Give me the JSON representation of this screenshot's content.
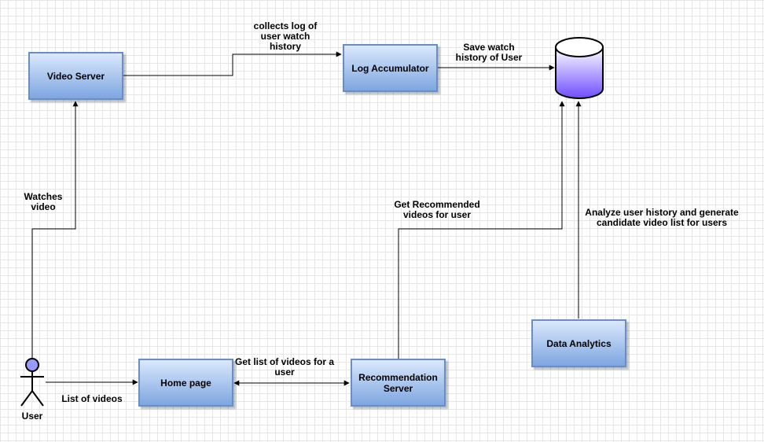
{
  "nodes": {
    "video_server": "Video Server",
    "log_accumulator": "Log Accumulator",
    "home_page": "Home page",
    "recommendation_server": "Recommendation Server",
    "data_analytics": "Data Analytics",
    "user": "User"
  },
  "edges": {
    "collects_log": "collects log of user watch history",
    "save_watch": "Save watch history of User",
    "watches_video": "Watches video",
    "get_recommended": "Get Recommended videos for user",
    "analyze": "Analyze user history and generate candidate video list for users",
    "list_of_videos": "List of videos",
    "get_list": "Get list of videos for a user"
  },
  "colors": {
    "node_border": "#6c8ebf",
    "node_fill_top": "#dae8fc",
    "node_fill_bottom": "#7ea6e0",
    "db_fill": "#7a5cff",
    "actor_fill": "#9999ff"
  }
}
